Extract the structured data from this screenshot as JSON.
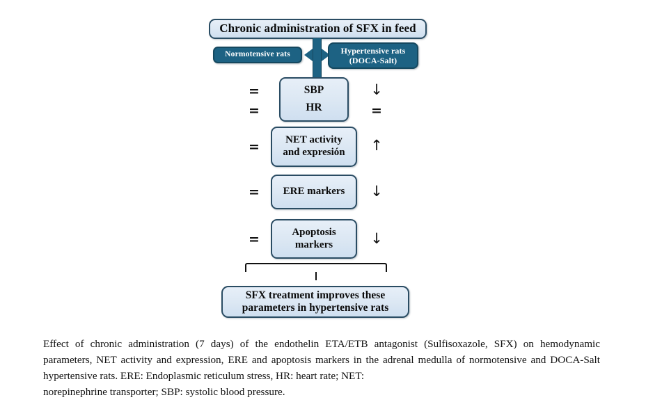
{
  "figure": {
    "title_box": "Chronic administration of SFX in feed",
    "groups": {
      "normotensive": "Normotensive rats",
      "hypertensive_line1": "Hypertensive rats",
      "hypertensive_line2": "(DOCA-Salt)"
    },
    "parameters": [
      {
        "id": "sbp-hr",
        "label_line1": "SBP",
        "label_line2": "HR",
        "normotensive_effect_line1": "=",
        "normotensive_effect_line2": "=",
        "hypertensive_effect_line1": "↓",
        "hypertensive_effect_line2": "="
      },
      {
        "id": "net",
        "label_line1": "NET activity",
        "label_line2": "and expresión",
        "normotensive_effect": "=",
        "hypertensive_effect": "↑"
      },
      {
        "id": "ere",
        "label_line1": "ERE markers",
        "normotensive_effect": "=",
        "hypertensive_effect": "↓"
      },
      {
        "id": "apoptosis",
        "label_line1": "Apoptosis",
        "label_line2": "markers",
        "normotensive_effect": "=",
        "hypertensive_effect": "↓"
      }
    ],
    "conclusion_line1": "SFX treatment improves these",
    "conclusion_line2": "parameters in hypertensive rats",
    "colors": {
      "dark_node_fill": "#1d6283",
      "dark_node_border": "#15485f",
      "light_node_fill": "#dbe7f3",
      "light_node_border": "#2a4c63",
      "text_dark": "#111111",
      "text_light": "#ffffff",
      "page_background": "#ffffff"
    }
  },
  "caption": {
    "paragraph": "Effect of chronic administration (7 days) of the endothelin ETA/ETB antagonist (Sulfisoxazole, SFX) on hemodynamic parameters, NET activity and expression, ERE and apoptosis markers in the adrenal medulla of normotensive and DOCA-Salt hypertensive rats. ERE: Endoplasmic reticulum stress, HR: heart rate; NET:",
    "last_line": "norepinephrine transporter; SBP: systolic blood pressure."
  }
}
